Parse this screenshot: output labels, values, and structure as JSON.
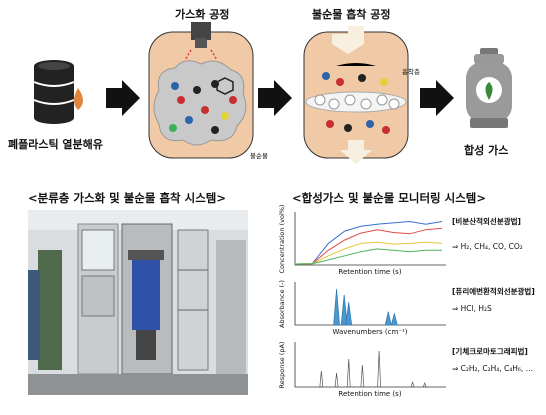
{
  "top": {
    "gasification_title": "가스화 공정",
    "adsorption_title": "불순물 흡착 공정",
    "feed_label": "폐플라스틱 열분해유",
    "product_label": "합성 가스",
    "impurity_label": "불순물",
    "adsorbent_label": "흡착층"
  },
  "bottom": {
    "left_title": "<분류층 가스화 및 불순물 흡착 시스템>",
    "right_title": "<합성가스 및 불순물 모니터링 시스템>"
  },
  "panels": [
    {
      "method": "[비분산적외선분광법]",
      "result_prefix": "⇒ ",
      "result": "H₂, CH₄, CO, CO₂",
      "ylabel": "Concentration (vol%)",
      "xlabel": "Retention time (s)"
    },
    {
      "method": "[퓨리에변환적외선분광법]",
      "result_prefix": "⇒ ",
      "result": "HCl, H₂S",
      "ylabel": "Absorbance (-)",
      "xlabel": "Wavenumbers (cm⁻¹)"
    },
    {
      "method": "[기체크로마토그래피법]",
      "result_prefix": "⇒ ",
      "result": "C₂H₂, C₂H₄, C₄H₆, …",
      "ylabel": "Response (pA)",
      "xlabel": "Retention time (s)"
    }
  ],
  "chart_data": [
    {
      "type": "line",
      "series": [
        {
          "color": "#3a6fd0",
          "values": [
            0,
            0.5,
            30,
            48,
            55,
            58,
            60,
            62,
            58,
            62
          ]
        },
        {
          "color": "#e04848",
          "values": [
            0,
            0.5,
            20,
            35,
            45,
            50,
            46,
            44,
            50,
            52
          ]
        },
        {
          "color": "#e6c63a",
          "values": [
            0,
            0.5,
            12,
            22,
            30,
            32,
            29,
            30,
            32,
            30
          ]
        },
        {
          "color": "#4bb35c",
          "values": [
            0,
            0.5,
            6,
            12,
            18,
            22,
            20,
            18,
            20,
            20
          ]
        }
      ]
    },
    {
      "type": "area",
      "peaks": [
        {
          "center": 0.28,
          "height": 0.95
        },
        {
          "center": 0.33,
          "height": 0.8
        },
        {
          "center": 0.36,
          "height": 0.6
        },
        {
          "center": 0.62,
          "height": 0.35
        },
        {
          "center": 0.66,
          "height": 0.3
        }
      ]
    },
    {
      "type": "line",
      "peaks": [
        {
          "center": 0.18,
          "height": 0.4
        },
        {
          "center": 0.28,
          "height": 0.35
        },
        {
          "center": 0.36,
          "height": 0.7
        },
        {
          "center": 0.45,
          "height": 0.55
        },
        {
          "center": 0.56,
          "height": 0.9
        },
        {
          "center": 0.78,
          "height": 0.12
        },
        {
          "center": 0.86,
          "height": 0.1
        }
      ]
    }
  ]
}
